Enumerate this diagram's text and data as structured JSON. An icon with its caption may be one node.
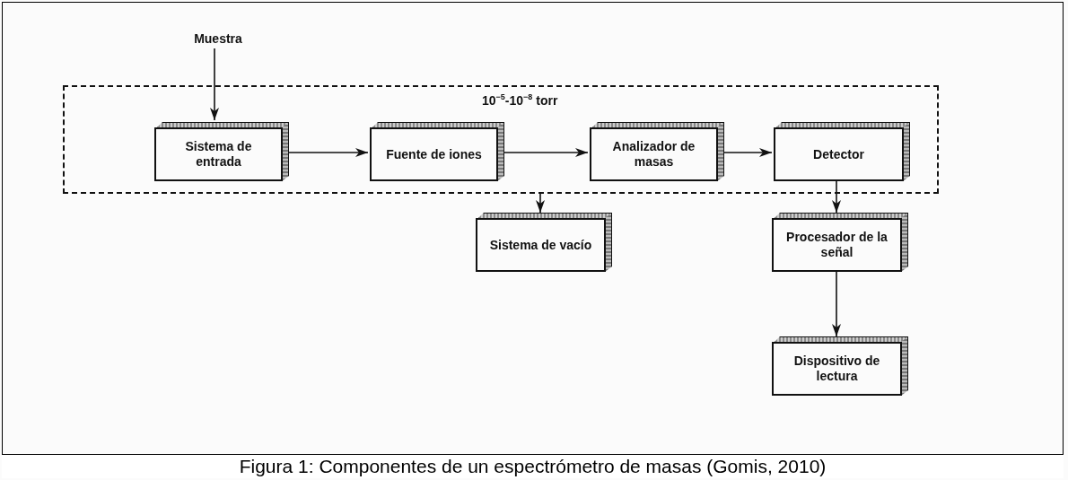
{
  "diagram": {
    "caption": "Figura 1: Componentes de un espectrómetro de masas (Gomis, 2010)",
    "nodes": [
      {
        "text": [
          "10$^{−5}$-10$^{−8}$ torr"
        ]
      },
      {
        "text": [
          "Muestra"
        ]
      },
      {
        "text": [
          "Sistema de entrada"
        ],
        "in": 0
      },
      {
        "text": [
          "Fuente de iones"
        ],
        "in": 0
      },
      {
        "text": [
          "Analizador de masas"
        ],
        "in": 0
      },
      {
        "text": [
          "Detector"
        ],
        "in": 0
      },
      {
        "text": [
          "Sistema de vacío"
        ]
      },
      {
        "text": [
          "Procesador de la señal"
        ]
      },
      {
        "text": [
          "Dispositivo de lectura"
        ]
      }
    ],
    "edges": [
      {
        "from": 1,
        "to": 2,
        "arrow": "to"
      },
      {
        "from": 2,
        "to": 3,
        "arrow": "to"
      },
      {
        "from": 3,
        "to": 4,
        "arrow": "to"
      },
      {
        "from": 4,
        "to": 5,
        "arrow": "to"
      },
      {
        "from": 0,
        "to": 6,
        "arrow": "to"
      },
      {
        "from": 5,
        "to": 7,
        "arrow": "to"
      },
      {
        "from": 7,
        "to": 8,
        "arrow": "to"
      }
    ]
  }
}
